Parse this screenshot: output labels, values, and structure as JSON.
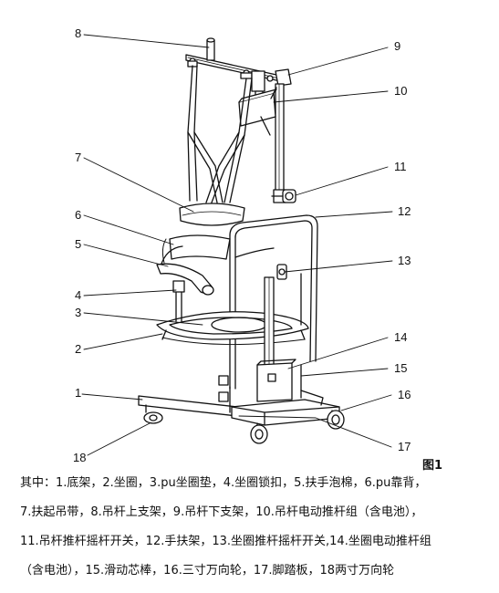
{
  "labels": {
    "n1": "1",
    "n2": "2",
    "n3": "3",
    "n4": "4",
    "n5": "5",
    "n6": "6",
    "n7": "7",
    "n8": "8",
    "n9": "9",
    "n10": "10",
    "n11": "11",
    "n12": "12",
    "n13": "13",
    "n14": "14",
    "n15": "15",
    "n16": "16",
    "n17": "17",
    "n18": "18"
  },
  "figure_label": "图1",
  "caption": {
    "line1": "其中：1.底架，2.坐圈，3.pu坐圈垫，4.坐圈锁扣，5.扶手泡棉，6.pu靠背，",
    "line2": "7.扶起吊带，8.吊杆上支架，9.吊杆下支架，10.吊杆电动推杆组（含电池），",
    "line3": "11.吊杆推杆摇杆开关，12.手扶架，13.坐圈推杆摇杆开关,14.坐圈电动推杆组",
    "line4": "（含电池），15.滑动芯棒，16.三寸万向轮，17.脚踏板，18两寸万向轮"
  }
}
